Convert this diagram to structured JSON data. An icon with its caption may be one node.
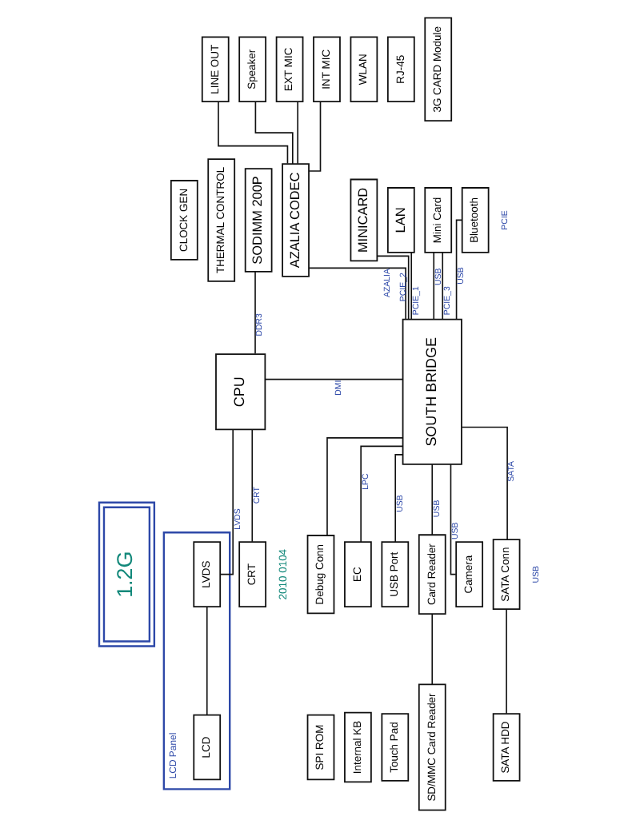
{
  "diagram": {
    "nodes": [
      {
        "text": [
          "1.2G"
        ]
      },
      {
        "text": [
          "CLOCK GEN"
        ]
      },
      {
        "text": [
          "THERMAL CONTROL"
        ]
      },
      {
        "text": [
          "LCD Panel"
        ]
      },
      {
        "text": [
          "LCD"
        ],
        "in": 3
      },
      {
        "text": [
          "LVDS"
        ],
        "in": 3
      },
      {
        "text": [
          "CPU"
        ]
      },
      {
        "text": [
          "SODIMM 200P"
        ]
      },
      {
        "text": [
          "CRT"
        ]
      },
      {
        "text": [
          "SOUTH BRIDGE"
        ]
      },
      {
        "text": [
          "AZALIA CODEC"
        ]
      },
      {
        "text": [
          "LINE OUT"
        ]
      },
      {
        "text": [
          "Speaker"
        ]
      },
      {
        "text": [
          "EXT MIC"
        ]
      },
      {
        "text": [
          "INT MIC"
        ]
      },
      {
        "text": [
          "Debug Conn"
        ]
      },
      {
        "text": [
          "EC"
        ]
      },
      {
        "text": [
          "SPI ROM"
        ]
      },
      {
        "text": [
          "Internal KB"
        ]
      },
      {
        "text": [
          "Touch Pad"
        ]
      },
      {
        "text": [
          "USB Port"
        ]
      },
      {
        "text": [
          "Card Reader"
        ]
      },
      {
        "text": [
          "Camera"
        ]
      },
      {
        "text": [
          "SATA Conn"
        ]
      },
      {
        "text": [
          "SD/MMC Card Reader"
        ]
      },
      {
        "text": [
          "SATA HDD"
        ]
      },
      {
        "text": [
          "MINICARD"
        ]
      },
      {
        "text": [
          "WLAN"
        ]
      },
      {
        "text": [
          "LAN"
        ]
      },
      {
        "text": [
          "RJ-45"
        ]
      },
      {
        "text": [
          "Mini Card"
        ]
      },
      {
        "text": [
          "3G CARD Module"
        ]
      },
      {
        "text": [
          "Bluetooth"
        ]
      }
    ],
    "edges": [
      {
        "from": 4,
        "to": 5,
        "arrow": "none"
      },
      {
        "from": 5,
        "to": 6,
        "arrow": "none",
        "label": "LVDS"
      },
      {
        "from": 8,
        "to": 6,
        "arrow": "none",
        "label": "CRT"
      },
      {
        "from": 6,
        "to": 7,
        "arrow": "none",
        "label": "DDR3"
      },
      {
        "from": 6,
        "to": 9,
        "arrow": "none",
        "label": "DMI"
      },
      {
        "from": 9,
        "to": 10,
        "arrow": "none",
        "label": "AZALIA"
      },
      {
        "from": 10,
        "to": 11,
        "arrow": "none"
      },
      {
        "from": 10,
        "to": 12,
        "arrow": "none"
      },
      {
        "from": 10,
        "to": 13,
        "arrow": "none"
      },
      {
        "from": 10,
        "to": 14,
        "arrow": "none"
      },
      {
        "from": 15,
        "to": 9,
        "arrow": "none"
      },
      {
        "from": 16,
        "to": 9,
        "arrow": "none",
        "label": "LPC"
      },
      {
        "from": 20,
        "to": 9,
        "arrow": "none",
        "label": "USB"
      },
      {
        "from": 21,
        "to": 9,
        "arrow": "none",
        "label": "USB"
      },
      {
        "from": 24,
        "to": 21,
        "arrow": "none"
      },
      {
        "from": 22,
        "to": 9,
        "arrow": "none",
        "label": "USB"
      },
      {
        "from": 23,
        "to": 9,
        "arrow": "none",
        "label": "SATA"
      },
      {
        "from": 25,
        "to": 23,
        "arrow": "none"
      },
      {
        "from": 9,
        "to": 26,
        "arrow": "none",
        "label": "PCIE_2"
      },
      {
        "from": 9,
        "to": 28,
        "arrow": "none",
        "label": "PCIE_1"
      },
      {
        "from": 9,
        "to": 30,
        "arrow": "none",
        "label": "PCIE_3"
      },
      {
        "from": 9,
        "to": 30,
        "arrow": "none",
        "label": "USB"
      },
      {
        "from": 9,
        "to": 32,
        "arrow": "none",
        "label": "USB"
      }
    ],
    "labels": [
      "2010 0104",
      "PCIE",
      "USB"
    ]
  }
}
